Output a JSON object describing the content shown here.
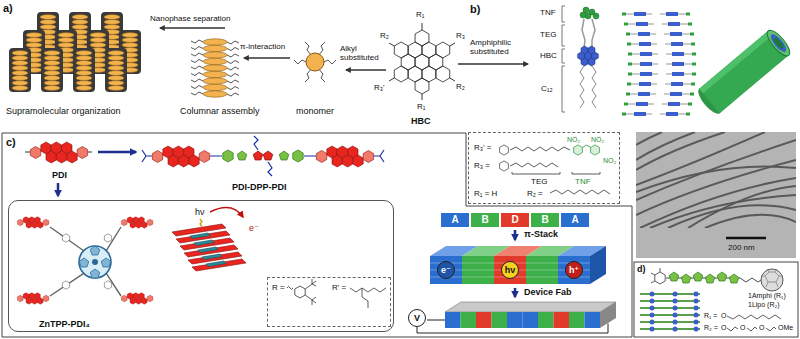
{
  "diagram": {
    "nodes": [
      {
        "text": [
          "NO₂",
          "NO₂",
          "R₃' =",
          "NO₂",
          "R₃ =",
          "TEG",
          "TNF",
          "R₁ = H",
          "R₂ ="
        ]
      },
      {
        "text": [
          "hν",
          "e⁻",
          "ZnTPP-PDI₄"
        ]
      },
      {
        "text": [
          "R =",
          "R' ="
        ],
        "in": 1
      },
      {
        "text": [
          "A"
        ]
      },
      {
        "text": [
          "B"
        ]
      },
      {
        "text": [
          "D"
        ]
      },
      {
        "text": [
          "B"
        ]
      },
      {
        "text": [
          "A"
        ]
      },
      {
        "text": [
          "e⁻"
        ]
      },
      {
        "text": [
          "hν"
        ]
      },
      {
        "text": [
          "h⁺"
        ]
      },
      {
        "text": [
          "V"
        ]
      }
    ],
    "labels": [
      "a)",
      "Nanophase separation",
      "π-interaction",
      "Alkyl substituted",
      "Amphiphilic substituted",
      "R₁",
      "R₃",
      "R₂",
      "R₁",
      "R₃'",
      "R₂",
      "Supramolecular organization",
      "Columnar assembly",
      "monomer",
      "HBC",
      "b)",
      "TNF",
      "TEG",
      "HBC",
      "C₁₂",
      "200 nm",
      "c)",
      "PDI",
      "PDI-DPP-PDI",
      "π-Stack",
      "Device Fab",
      "d)",
      "1Amphi (R₁)",
      "1Lipo (R₂)",
      "R₁ =",
      "O",
      "R₂ =",
      "O",
      "O",
      "O",
      "OMe"
    ]
  }
}
